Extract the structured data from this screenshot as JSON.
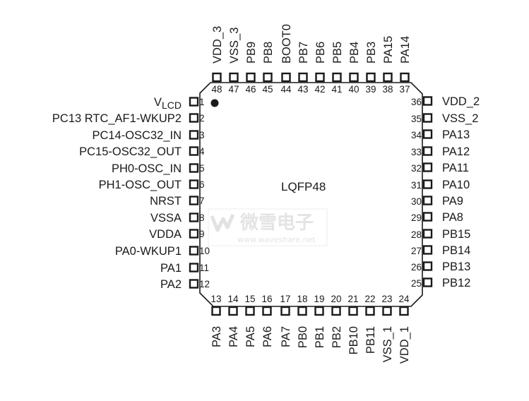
{
  "package": {
    "name": "LQFP48",
    "pin1_marker": "dot"
  },
  "pins": {
    "left": [
      {
        "num": "1",
        "label": "V",
        "sub": "LCD"
      },
      {
        "num": "2",
        "label": "PC13 RTC_AF1-WKUP2"
      },
      {
        "num": "3",
        "label": "PC14-OSC32_IN"
      },
      {
        "num": "4",
        "label": "PC15-OSC32_OUT"
      },
      {
        "num": "5",
        "label": "PH0-OSC_IN"
      },
      {
        "num": "6",
        "label": "PH1-OSC_OUT"
      },
      {
        "num": "7",
        "label": "NRST"
      },
      {
        "num": "8",
        "label": "VSSA"
      },
      {
        "num": "9",
        "label": "VDDA"
      },
      {
        "num": "10",
        "label": "PA0-WKUP1"
      },
      {
        "num": "11",
        "label": "PA1"
      },
      {
        "num": "12",
        "label": "PA2"
      }
    ],
    "bottom": [
      {
        "num": "13",
        "label": "PA3"
      },
      {
        "num": "14",
        "label": "PA4"
      },
      {
        "num": "15",
        "label": "PA5"
      },
      {
        "num": "16",
        "label": "PA6"
      },
      {
        "num": "17",
        "label": "PA7"
      },
      {
        "num": "18",
        "label": "PB0"
      },
      {
        "num": "19",
        "label": "PB1"
      },
      {
        "num": "20",
        "label": "PB2"
      },
      {
        "num": "21",
        "label": "PB10"
      },
      {
        "num": "22",
        "label": "PB11"
      },
      {
        "num": "23",
        "label": "VSS_1"
      },
      {
        "num": "24",
        "label": "VDD_1"
      }
    ],
    "right": [
      {
        "num": "36",
        "label": "VDD_2"
      },
      {
        "num": "35",
        "label": "VSS_2"
      },
      {
        "num": "34",
        "label": "PA13"
      },
      {
        "num": "33",
        "label": "PA12"
      },
      {
        "num": "32",
        "label": "PA11"
      },
      {
        "num": "31",
        "label": "PA10"
      },
      {
        "num": "30",
        "label": "PA9"
      },
      {
        "num": "29",
        "label": "PA8"
      },
      {
        "num": "28",
        "label": "PB15"
      },
      {
        "num": "27",
        "label": "PB14"
      },
      {
        "num": "26",
        "label": "PB13"
      },
      {
        "num": "25",
        "label": "PB12"
      }
    ],
    "top": [
      {
        "num": "48",
        "label": "VDD_3"
      },
      {
        "num": "47",
        "label": "VSS_3"
      },
      {
        "num": "46",
        "label": "PB9"
      },
      {
        "num": "45",
        "label": "PB8"
      },
      {
        "num": "44",
        "label": "BOOT0"
      },
      {
        "num": "43",
        "label": "PB7"
      },
      {
        "num": "42",
        "label": "PB6"
      },
      {
        "num": "41",
        "label": "PB5"
      },
      {
        "num": "40",
        "label": "PB4"
      },
      {
        "num": "39",
        "label": "PB3"
      },
      {
        "num": "38",
        "label": "PA15"
      },
      {
        "num": "37",
        "label": "PA14"
      }
    ]
  },
  "watermark": {
    "brand": "微雪电子",
    "url": "www.waveshare.net"
  },
  "colors": {
    "ink": "#1a1a1a",
    "watermark": "#e4e4e4",
    "background": "#ffffff"
  }
}
